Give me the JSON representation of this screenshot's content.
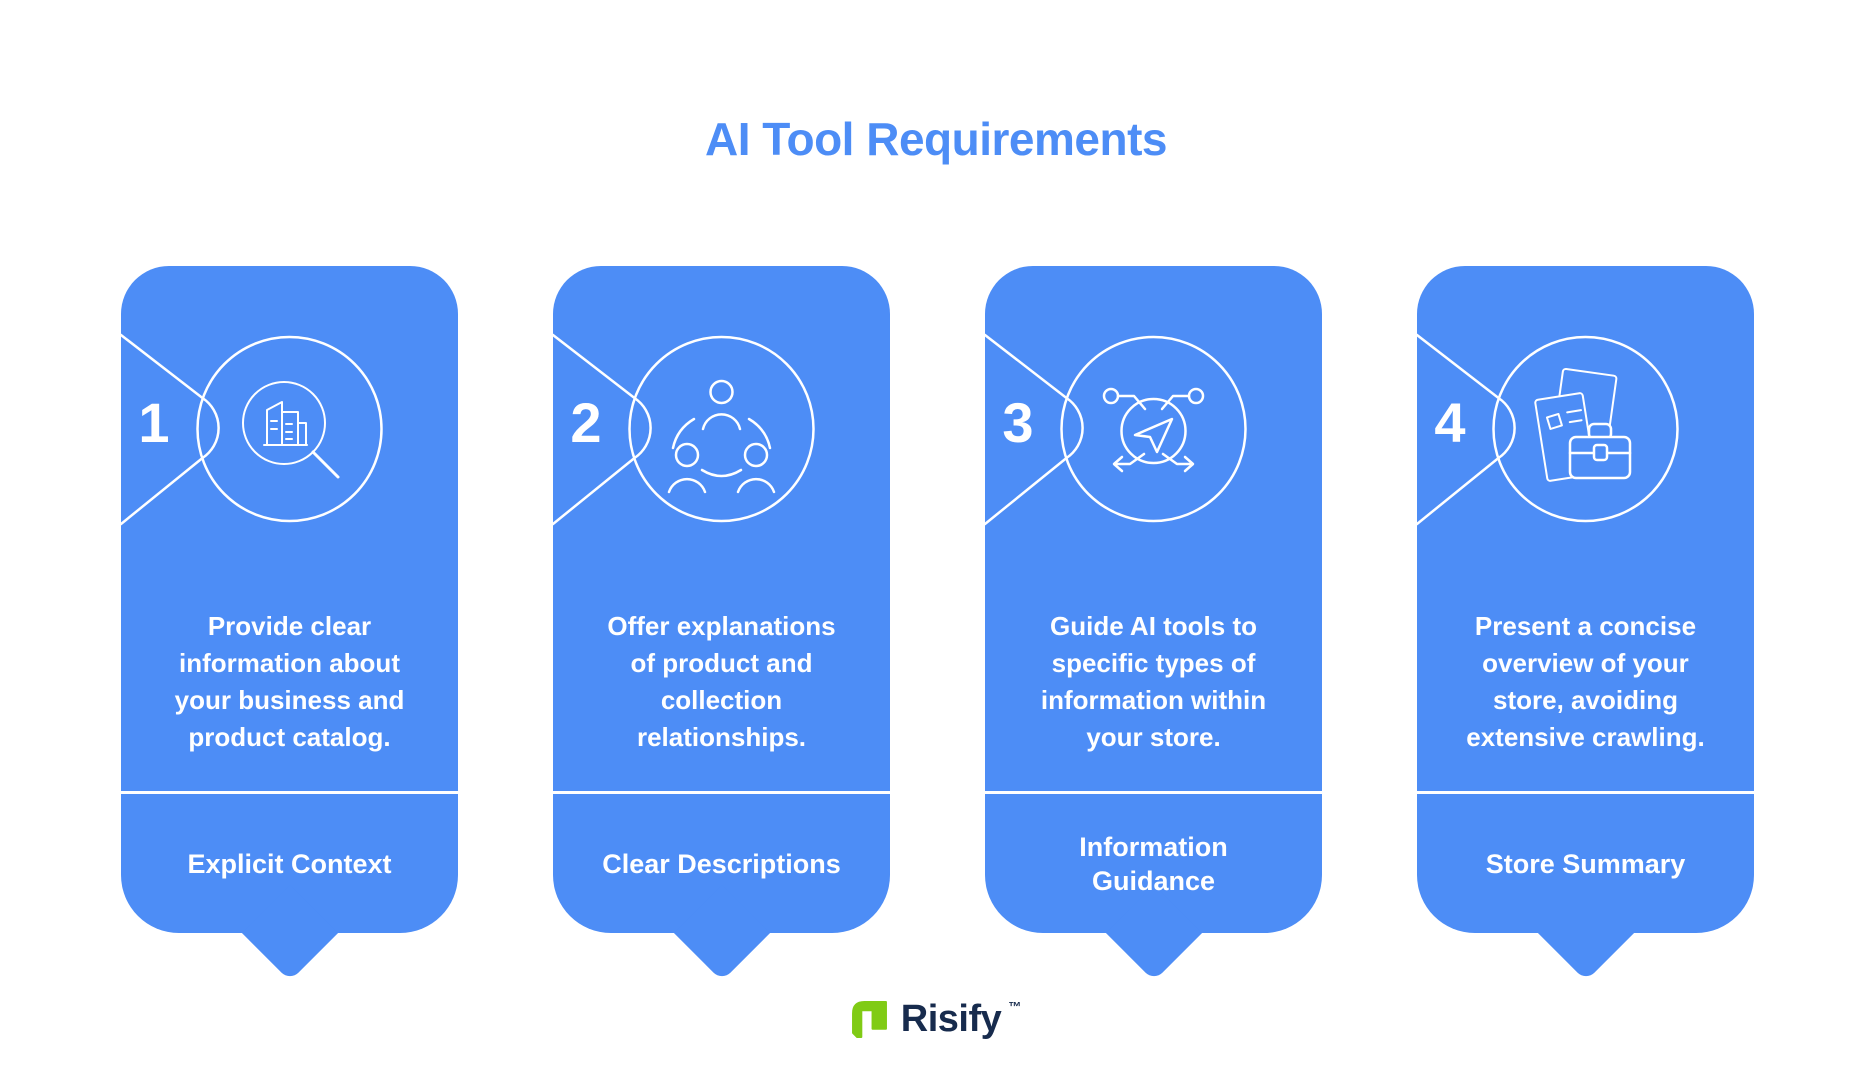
{
  "title": "AI Tool Requirements",
  "colors": {
    "card_blue": "#4D8DF6",
    "title_blue": "#4D8DF6",
    "text_white": "#FFFFFF",
    "logo_green": "#80CB15",
    "logo_navy": "#172B4D"
  },
  "cards": [
    {
      "number": "1",
      "icon": "search-business-icon",
      "description": [
        "Provide clear",
        "information about",
        "your business and",
        "product catalog."
      ],
      "label": [
        "Explicit Context"
      ]
    },
    {
      "number": "2",
      "icon": "team-network-icon",
      "description": [
        "Offer explanations",
        "of product and",
        "collection",
        "relationships."
      ],
      "label": [
        "Clear Descriptions"
      ]
    },
    {
      "number": "3",
      "icon": "guided-navigation-icon",
      "description": [
        "Guide AI tools to",
        "specific types of",
        "information within",
        "your store."
      ],
      "label": [
        "Information",
        "Guidance"
      ]
    },
    {
      "number": "4",
      "icon": "documents-briefcase-icon",
      "description": [
        "Present a concise",
        "overview of your",
        "store, avoiding",
        "extensive crawling."
      ],
      "label": [
        "Store Summary"
      ]
    }
  ],
  "footer": {
    "brand": "Risify",
    "trademark": "™"
  }
}
